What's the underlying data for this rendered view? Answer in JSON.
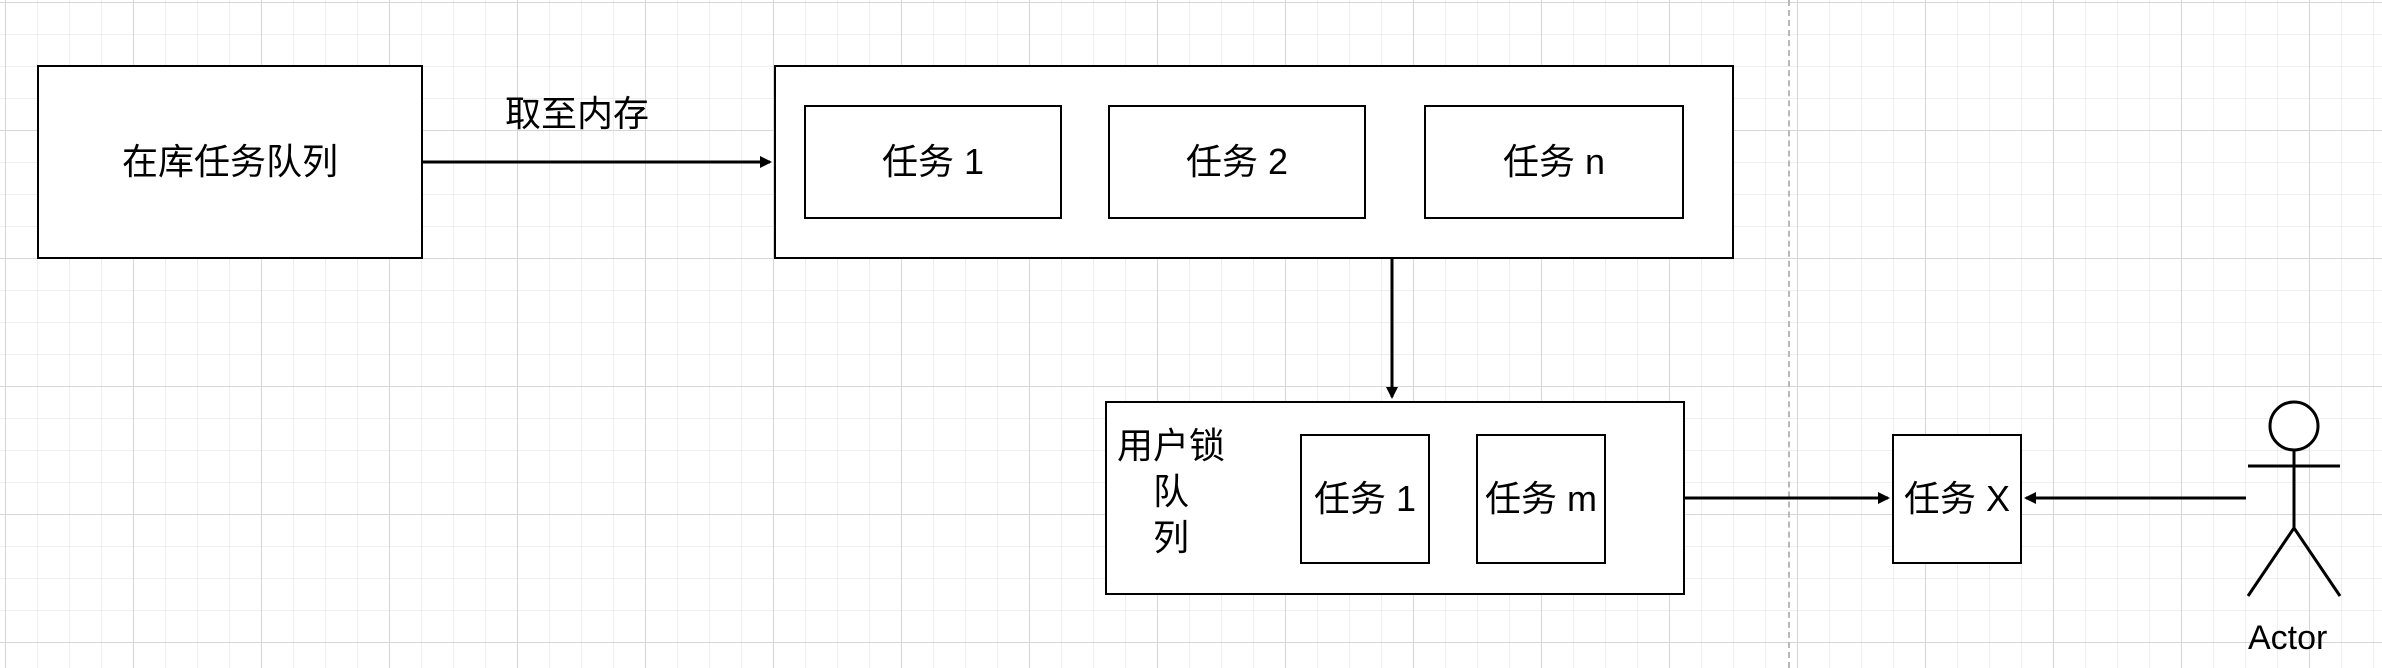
{
  "diagram": {
    "source_queue": {
      "label": "在库任务队列"
    },
    "load_edge": {
      "label": "取至内存"
    },
    "memory_tasks": [
      {
        "label": "任务 1"
      },
      {
        "label": "任务 2"
      },
      {
        "label": "任务 n"
      }
    ],
    "user_lock_queue": {
      "label_line1": "用户锁队",
      "label_line2": "列",
      "tasks": [
        {
          "label": "任务 1"
        },
        {
          "label": "任务 m"
        }
      ]
    },
    "target_task": {
      "label": "任务 X"
    },
    "actor": {
      "label": "Actor"
    }
  }
}
